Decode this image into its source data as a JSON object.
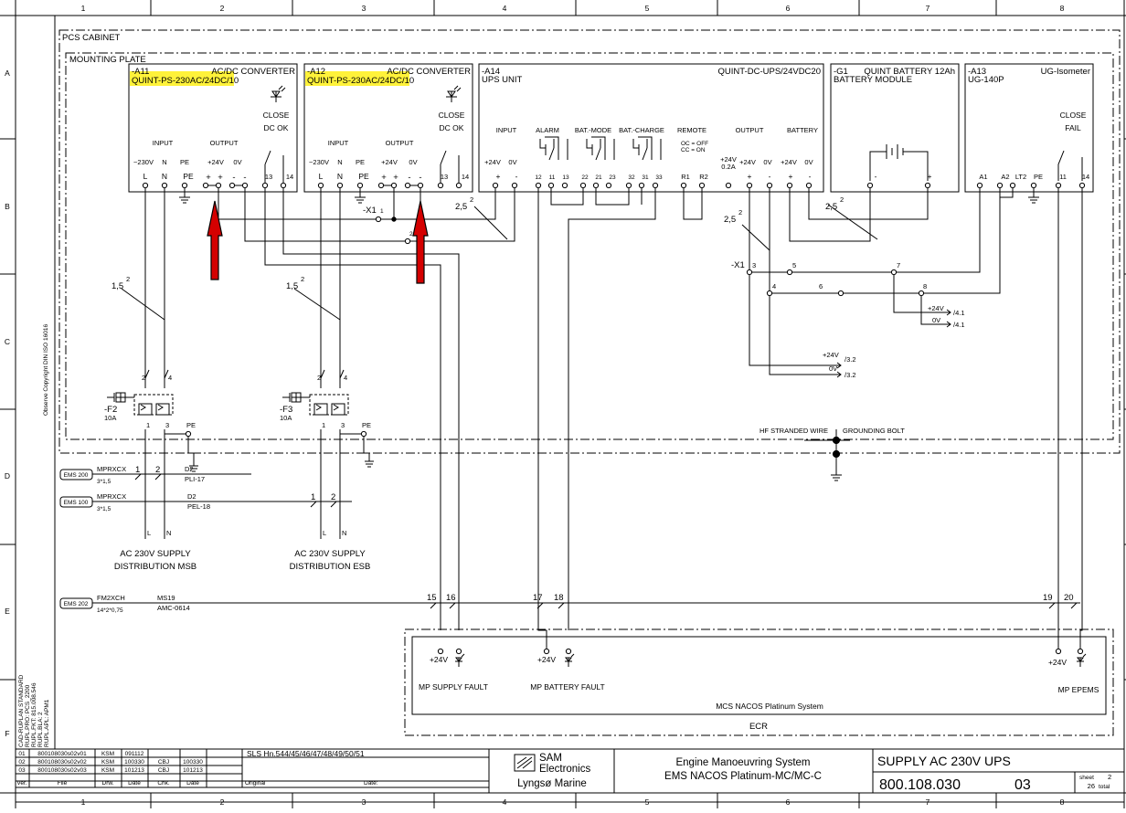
{
  "frame": {
    "col_numbers": [
      "1",
      "2",
      "3",
      "4",
      "5",
      "6",
      "7",
      "8"
    ],
    "row_letters": [
      "A",
      "B",
      "C",
      "D",
      "E",
      "F"
    ]
  },
  "labels": {
    "pcs_cabinet": "PCS CABINET",
    "mounting_plate": "MOUNTING PLATE",
    "copyright": "Observe Copyright DIN ISO 16016",
    "cad_meta": [
      "CAD-RUPLAN STANDARD",
      "RUPL.PRO:  PCS_2200",
      "RUPL.FKT:  815.008.546",
      "RUPL.BLA:  2",
      "RUPL.APL:  APM1"
    ]
  },
  "a11": {
    "tag": "-A11",
    "type": "QUINT-PS-230AC/24DC/10",
    "title": "AC/DC CONVERTER",
    "led_label": "CLOSE",
    "led_label2": "DC OK",
    "input": "INPUT",
    "output": "OUTPUT",
    "v24": "+24V",
    "v0": "0V",
    "t_230": "~230V",
    "t_n": "N",
    "t_pe": "PE",
    "pin_l": "L",
    "pin_n": "N",
    "pin_pe": "PE",
    "pin_p1": "+",
    "pin_p2": "+",
    "pin_m1": "-",
    "pin_m2": "-",
    "pin_13": "13",
    "pin_14": "14"
  },
  "a12": {
    "tag": "-A12",
    "type": "QUINT-PS-230AC/24DC/10",
    "title": "AC/DC CONVERTER",
    "led_label": "CLOSE",
    "led_label2": "DC OK",
    "input": "INPUT",
    "output": "OUTPUT",
    "v24": "+24V",
    "v0": "0V",
    "t_230": "~230V",
    "t_n": "N",
    "t_pe": "PE",
    "pin_l": "L",
    "pin_n": "N",
    "pin_pe": "PE",
    "pin_p1": "+",
    "pin_p2": "+",
    "pin_m1": "-",
    "pin_m2": "-",
    "pin_13": "13",
    "pin_14": "14"
  },
  "a14": {
    "tag": "-A14",
    "name": "UPS UNIT",
    "type": "QUINT-DC-UPS/24VDC20",
    "input": "INPUT",
    "alarm": "ALARM",
    "bat_mode": "BAT.-MODE",
    "bat_charge": "BAT.-CHARGE",
    "remote": "REMOTE",
    "output": "OUTPUT",
    "battery": "BATTERY",
    "oc": "OC = OFF",
    "cc": "CC = ON",
    "in_v24": "+24V",
    "in_v0": "0V",
    "in_p": "+",
    "in_m": "-",
    "out_v24a": "+24V",
    "out_02a": "0.2A",
    "out_v24b": "+24V",
    "out_v0": "0V",
    "bat_v24": "+24V",
    "bat_v0": "0V",
    "pins": [
      "12",
      "11",
      "13",
      "22",
      "21",
      "23",
      "32",
      "31",
      "33",
      "R1",
      "R2"
    ],
    "out_p": "+",
    "out_m": "-",
    "bat_p": "+",
    "bat_m": "-"
  },
  "g1": {
    "tag": "-G1",
    "title": "QUINT BATTERY 12Ah",
    "name": "BATTERY MODULE",
    "minus": "-",
    "plus": "+"
  },
  "a13": {
    "tag": "-A13",
    "type": "UG-140P",
    "name": "UG-Isometer",
    "led_label": "CLOSE",
    "led_label2": "FAIL",
    "pins": [
      "A1",
      "A2",
      "LT2",
      "PE",
      "11",
      "14"
    ]
  },
  "wires": {
    "s25a": "2,5",
    "s25b": "2,5",
    "s25c": "2,5",
    "s15a": "1,5",
    "s15b": "1,5",
    "sup2": "2",
    "x1a": "-X1",
    "x1a_1": "1",
    "x1a_2": "2",
    "x1b": "-X1",
    "x1b_3": "3",
    "x1b_4": "4",
    "x1b_5": "5",
    "x1b_6": "6",
    "x1b_7": "7",
    "x1b_8": "8",
    "ref_v24": "+24V",
    "ref_v0": "0V",
    "ref_41": "/4.1",
    "ref_32": "/3.2",
    "hf_wire": "HF STRANDED WIRE",
    "gnd_bolt": "GROUNDING BOLT"
  },
  "f2": {
    "tag": "-F2",
    "rating": "10A",
    "p1": "1",
    "p2": "2",
    "p3": "3",
    "p4": "4",
    "pe": "PE"
  },
  "f3": {
    "tag": "-F3",
    "rating": "10A",
    "p1": "1",
    "p2": "2",
    "p3": "3",
    "p4": "4",
    "pe": "PE"
  },
  "cables": [
    {
      "id": "EMS 200",
      "type": "MPRXCX",
      "size": "3*1,5",
      "d": "D2",
      "dest": "PLI-17",
      "c1": "1",
      "c2": "2"
    },
    {
      "id": "EMS 100",
      "type": "MPRXCX",
      "size": "3*1,5",
      "d": "D2",
      "dest": "PEL-18",
      "c1": "1",
      "c2": "2"
    },
    {
      "id": "EMS 202",
      "type": "FM2XCH",
      "size": "14*2*0,75",
      "d": "MS19",
      "dest": "AMC-0614",
      "c15": "15",
      "c16": "16",
      "c17": "17",
      "c18": "18",
      "c19": "19",
      "c20": "20"
    }
  ],
  "supply": {
    "msb1": "AC 230V SUPPLY",
    "msb2": "DISTRIBUTION MSB",
    "esb1": "AC 230V SUPPLY",
    "esb2": "DISTRIBUTION ESB",
    "l": "L",
    "n": "N"
  },
  "ecr": {
    "mp_supply": "MP SUPPLY FAULT",
    "mp_battery": "MP BATTERY FAULT",
    "mp_epems": "MP EPEMS",
    "v24": "+24V",
    "mcs": "MCS NACOS Platinum System",
    "ecr": "ECR"
  },
  "title_block": {
    "rows": [
      {
        "ver": "01",
        "file": "800108030s02v01",
        "drw": "KSM",
        "date": "091112",
        "chk": "",
        "cdate": ""
      },
      {
        "ver": "02",
        "file": "800108030s02v02",
        "drw": "KSM",
        "date": "100330",
        "chk": "CBJ",
        "cdate": "100330"
      },
      {
        "ver": "03",
        "file": "800108030s02v03",
        "drw": "KSM",
        "date": "101213",
        "chk": "CBJ",
        "cdate": "101213"
      }
    ],
    "h_ver": "Ver.",
    "h_file": "File",
    "h_drw": "Drw.",
    "h_date": "Date",
    "h_chk": "Chk.",
    "h_cdate": "Date",
    "h_original": "Original",
    "h_date2": "Date:",
    "sls": "SLS Hn.544/45/46/47/48/49/50/51",
    "company1": "SAM",
    "company2": "Electronics",
    "company3": "Lyngsø Marine",
    "system1": "Engine Manoeuvring System",
    "system2": "EMS NACOS Platinum-MC/MC-C",
    "title": "SUPPLY AC 230V UPS",
    "doc_no": "800.108.030",
    "rev": "03",
    "sheet_label": "sheet",
    "sheet": "2",
    "total": "26",
    "total_label": "total"
  },
  "colors": {
    "highlight": "#fff23a",
    "arrow": "#d40000",
    "line": "#000000"
  }
}
